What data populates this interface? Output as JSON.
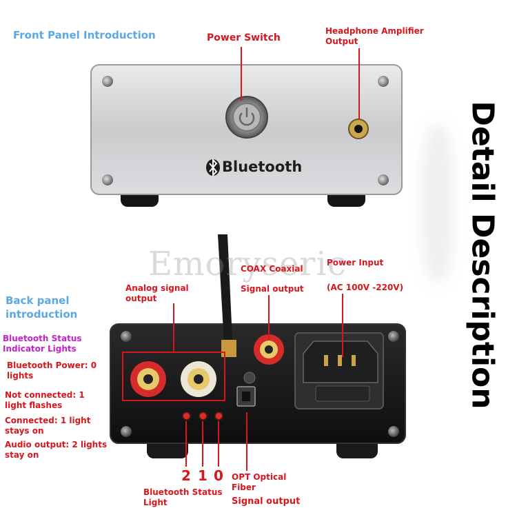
{
  "front": {
    "title": "Front Panel Introduction",
    "power_switch": "Power Switch",
    "headphone_line1": "Headphone Amplifier",
    "headphone_line2": "Output",
    "bluetooth_logo": "Bluetooth"
  },
  "back": {
    "title_line1": "Back panel",
    "title_line2": "introduction",
    "analog_line1": "Analog signal",
    "analog_line2": "output",
    "coax_line1": "COAX Coaxial",
    "coax_line2": "Signal output",
    "power_input_line1": "Power Input",
    "power_input_line2": "(AC 100V -220V)",
    "opt_line1": "OPT Optical",
    "opt_line2": "Fiber",
    "opt_line3": "Signal output",
    "bt_status_line1": "Bluetooth Status",
    "bt_status_line2": "Light",
    "led_digits": [
      "2",
      "1",
      "0"
    ]
  },
  "indicators": {
    "title_line1": "Bluetooth Status",
    "title_line2": "Indicator Lights",
    "items": [
      {
        "line1": "Bluetooth Power: 0",
        "line2": "lights"
      },
      {
        "line1": "Not connected: 1",
        "line2": "light flashes"
      },
      {
        "line1": "Connected: 1 light",
        "line2": "stays on"
      },
      {
        "line1": "Audio output: 2 lights",
        "line2": "stay on"
      }
    ]
  },
  "side_title": "Detail Description",
  "watermark": "Emoryseric",
  "colors": {
    "label_red": "#d8161c",
    "title_blue": "#5aa8e6",
    "indicator_purple": "#c321c9"
  }
}
